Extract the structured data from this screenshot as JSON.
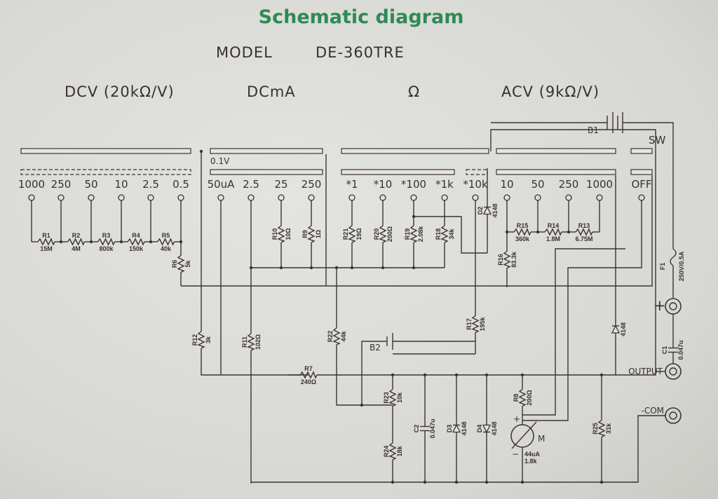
{
  "title": "Schematic diagram",
  "model_label": "MODEL",
  "model": "DE-360TRE",
  "sections": {
    "dcv": "DCV (20kΩ/V)",
    "dcma": "DCmA",
    "ohm": "Ω",
    "acv": "ACV (9kΩ/V)"
  },
  "note_01v": "0.1V",
  "ranges": {
    "dcv": [
      "1000",
      "250",
      "50",
      "10",
      "2.5",
      "0.5"
    ],
    "dcma": [
      "50uA",
      "2.5",
      "25",
      "250"
    ],
    "ohm": [
      "*1",
      "*10",
      "*100",
      "*1k",
      "*10k"
    ],
    "acv": [
      "10",
      "50",
      "250",
      "1000"
    ],
    "off": "OFF"
  },
  "components": {
    "R1": {
      "ref": "R1",
      "value": "15M"
    },
    "R2": {
      "ref": "R2",
      "value": "4M"
    },
    "R3": {
      "ref": "R3",
      "value": "800k"
    },
    "R4": {
      "ref": "R4",
      "value": "150k"
    },
    "R5": {
      "ref": "R5",
      "value": "40k"
    },
    "R6": {
      "ref": "R6",
      "value": "5k"
    },
    "R11": {
      "ref": "R11",
      "value": "102Ω"
    },
    "R10": {
      "ref": "R10",
      "value": "10Ω"
    },
    "R9": {
      "ref": "R9",
      "value": "1Ω"
    },
    "R21": {
      "ref": "R21",
      "value": "19Ω"
    },
    "R20": {
      "ref": "R20",
      "value": "200Ω"
    },
    "R19": {
      "ref": "R19",
      "value": "2.08k"
    },
    "R18": {
      "ref": "R18",
      "value": "34k"
    },
    "D2": {
      "ref": "D2",
      "value": "4148"
    },
    "R15": {
      "ref": "R15",
      "value": "360k"
    },
    "R14": {
      "ref": "R14",
      "value": "1.8M"
    },
    "R13": {
      "ref": "R13",
      "value": "6.75M"
    },
    "R16": {
      "ref": "R16",
      "value": "83.3k"
    },
    "R17": {
      "ref": "R17",
      "value": "195k"
    },
    "R12": {
      "ref": "R12",
      "value": "3k"
    },
    "R22": {
      "ref": "R22",
      "value": "44k"
    },
    "R7": {
      "ref": "R7",
      "value": "240Ω"
    },
    "R23": {
      "ref": "R23",
      "value": "10k"
    },
    "R24": {
      "ref": "R24",
      "value": "18k"
    },
    "C2": {
      "ref": "C2",
      "value": "0.047u"
    },
    "D3": {
      "ref": "D3",
      "value": "4148"
    },
    "D4": {
      "ref": "D4",
      "value": "4148"
    },
    "R8": {
      "ref": "R8",
      "value": "200Ω"
    },
    "R25": {
      "ref": "R25",
      "value": "31k"
    },
    "D1": {
      "ref": "",
      "value": "4148"
    },
    "F1": {
      "ref": "F1",
      "value": "250V/0.5A"
    },
    "C1": {
      "ref": "C1",
      "value": "0.047u"
    }
  },
  "meter": {
    "symbol": "M",
    "plus": "+",
    "minus": "−",
    "spec1": "44uA",
    "spec2": "1.8k"
  },
  "battery_b1": "B1",
  "battery_b2": "B2",
  "switch_label": "SW",
  "jacks": {
    "plus": "+",
    "output": "OUTPUT",
    "com": "-COM"
  }
}
